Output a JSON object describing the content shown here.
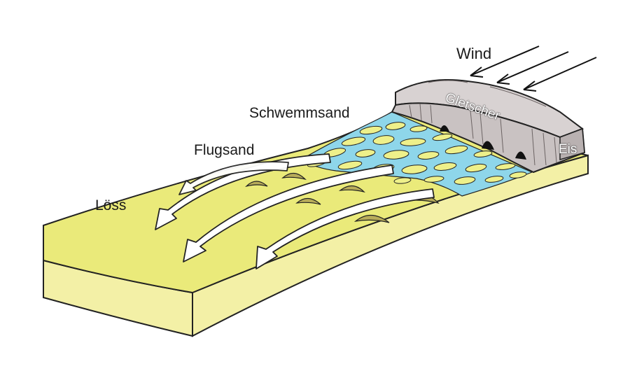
{
  "labels": {
    "wind": "Wind",
    "glacier": "Gletscher",
    "ice": "Eis",
    "outwash_sand": "Schwemmsand",
    "drift_sand": "Flugsand",
    "loess": "Löss"
  },
  "colors": {
    "loess_surface": "#eaea7a",
    "block_side": "#f3f0a6",
    "block_edge": "#ecea96",
    "outwash_water": "#8ed6ea",
    "sand_patch": "#eef08a",
    "glacier": "#d8d2d2",
    "glacier_shadow": "#b9b1b1",
    "dune": "#b8ac5a",
    "wind_arrow_fill": "#ffffff",
    "outline": "#222222"
  }
}
